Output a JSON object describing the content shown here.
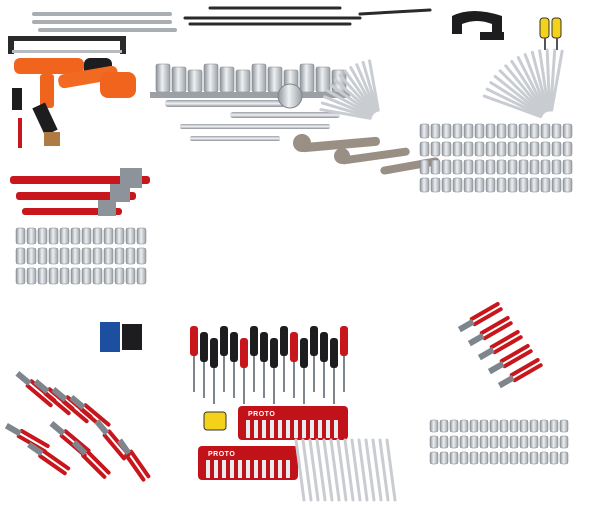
{
  "image": {
    "subject": "tool-set-layout",
    "background_color": "#ffffff"
  },
  "pouches": [
    {
      "brand": "PROTO"
    },
    {
      "brand": "PROTO"
    }
  ],
  "colors": {
    "chrome": "#c9cdd2",
    "chrome_dark": "#7e858c",
    "black_handle": "#1d1d1f",
    "red_grip": "#c8161d",
    "orange": "#f0641e",
    "yellow": "#f4d21a",
    "blue": "#1d4fa0",
    "wood": "#b07a45",
    "pouch_red": "#c1121a"
  }
}
